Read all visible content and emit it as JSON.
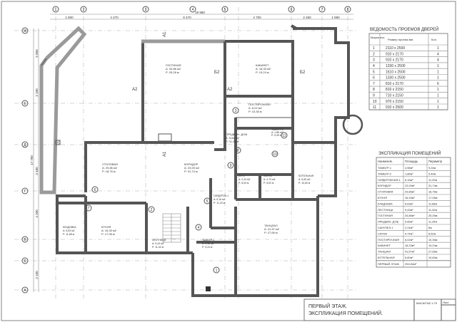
{
  "axes": {
    "top": [
      "1",
      "2",
      "3",
      "4",
      "5",
      "6",
      "7",
      "8"
    ],
    "left": [
      "Ж",
      "Е",
      "Д",
      "Г",
      "В",
      "Б",
      "А"
    ]
  },
  "dims_top": {
    "total": "19 980",
    "segments": [
      "1 800",
      "4 270",
      "6 470",
      "4 700",
      "2 250",
      "1 890"
    ]
  },
  "dims_left": {
    "total": "17 780",
    "segments": [
      "5 800",
      "2 100",
      "3 480",
      "4 200",
      "2 100"
    ]
  },
  "door_table": {
    "title": "ВЕДОМОСТЬ ПРОЕМОВ ДВЕРЕЙ",
    "headers": [
      "Марка поз.",
      "Размер проема мм",
      "Кол."
    ],
    "rows": [
      [
        "1",
        "2110 x 2500",
        "1"
      ],
      [
        "2",
        "910 x 2170",
        "4"
      ],
      [
        "3",
        "910 x 2170",
        "4"
      ],
      [
        "4",
        "1330 x 2500",
        "1"
      ],
      [
        "5",
        "1610 x 2500",
        "1"
      ],
      [
        "6",
        "1330 x 2500",
        "1"
      ],
      [
        "7",
        "810 x 2170",
        "6"
      ],
      [
        "8",
        "810 x 2150",
        "1"
      ],
      [
        "9",
        "710 x 2150",
        "1"
      ],
      [
        "10",
        "970 x 2150",
        "1"
      ],
      [
        "11",
        "910 x 2500",
        "1"
      ]
    ]
  },
  "rooms_table": {
    "title": "ЭКСПЛИКАЦИЯ ПОМЕЩЕНИЙ",
    "headers": [
      "Наименов.",
      "Площадь",
      "Периметр"
    ],
    "rows": [
      [
        "ТАМБУР-1",
        "4,98м²",
        "9,24м"
      ],
      [
        "ТАМБУР-2",
        "1,86м²",
        "5,49м"
      ],
      [
        "ГАРДЕРОБНАЯ-1",
        "6,16м²",
        "11,20м"
      ],
      [
        "КОРИДОР",
        "23,00м²",
        "31,74м"
      ],
      [
        "СТОЛОВАЯ",
        "29,86м²",
        "18,76м"
      ],
      [
        "КУХНЯ",
        "16,33м²",
        "17,06м"
      ],
      [
        "КЛАДОВКА",
        "5,63м²",
        "11,68м"
      ],
      [
        "ЛЕСТНИЦА",
        "9,43м²",
        "11,42м"
      ],
      [
        "ГОСТИНАЯ",
        "34,86м²",
        "25,26м"
      ],
      [
        "ПРЕДБАН. ДУШ",
        "5,66м²",
        "11,34м"
      ],
      [
        "САНУЗЕЛ-1",
        "2,24м²",
        "6м"
      ],
      [
        "САУНА",
        "4,74м²",
        "8,52м"
      ],
      [
        "ПОСТИРОЧНАЯ",
        "6,02м²",
        "10,36м"
      ],
      [
        "КАБИНЕТ",
        "18,33м²",
        "19,24м"
      ],
      [
        "ТАНЦЗАЛ",
        "41,57м²",
        "27,66м"
      ],
      [
        "КОТЕЛЬНАЯ",
        "6,60м²",
        "10,60м"
      ]
    ],
    "total_label": "ПЕРВЫЙ ЭТАЖ",
    "total_value": "254,54м²"
  },
  "rooms": [
    {
      "name": "ГОСТИНАЯ",
      "area": "А: 34,86 м2",
      "perim": "Р: 25,26 м"
    },
    {
      "name": "КАБИНЕТ",
      "area": "А: 18,33 м2",
      "perim": "Р: 19,24 м"
    },
    {
      "name": "ПОСТИРОЧНАЯ",
      "area": "А: 6,02 м2",
      "perim": "Р: 10,36 м"
    },
    {
      "name": "ПРЕДБАН. ДУШ",
      "area": "А: 5,66 м2",
      "perim": "Р: 11,34 м"
    },
    {
      "name": "ТАМБУР-2",
      "area": "А: 1,86 м2",
      "perim": "Р: 5,49 м"
    },
    {
      "name": "СТОЛОВАЯ",
      "area": "А: 29,86 м2",
      "perim": "Р: 18,76 м"
    },
    {
      "name": "КОРИДОР",
      "area": "А: 23,00 м2",
      "perim": "Р: 31,74 м"
    },
    {
      "name": "С/У-1",
      "area": "А: 2,24 м2",
      "perim": "Р: 6,00 м"
    },
    {
      "name": "САУНА",
      "area": "А: 4,74 м2",
      "perim": "Р: 8,52 м"
    },
    {
      "name": "КОТЕЛЬНАЯ",
      "area": "А: 6,60 м2",
      "perim": "Р: 10,60 м"
    },
    {
      "name": "ГАРДЕРОБ-1",
      "area": "А: 6,16 м2",
      "perim": "Р: 11,20 м"
    },
    {
      "name": "КЛАДОВКА",
      "area": "А: 5,63 м2",
      "perim": "Р: 11,68 м"
    },
    {
      "name": "КУХНЯ",
      "area": "А: 16,33 м2",
      "perim": "Р: 17,06 м"
    },
    {
      "name": "ЛЕСТНИЦА",
      "area": "А: 9,43 м2",
      "perim": "Р: 11,42 м"
    },
    {
      "name": "ТАМБУР-1",
      "area": "А: 4,98 м2",
      "perim": "Р: 9,24 м"
    },
    {
      "name": "ТАНЦЗАЛ",
      "area": "А: 41,57 м2",
      "perim": "Р: 27,66 м"
    }
  ],
  "door_marks": [
    "1",
    "2",
    "3",
    "4",
    "5",
    "6",
    "7",
    "8",
    "9",
    "10",
    "11"
  ],
  "section_marks": {
    "a1": "А1",
    "a2": "А2",
    "b2": "Б2"
  },
  "title_block": {
    "line1": "ПЕРВЫЙ ЭТАЖ.",
    "line2": "ЭКСПЛИКАЦИЯ ПОМЕЩЕНИЙ.",
    "scale": "МАСШТАБ 1:75",
    "sheet_label": "Лист"
  }
}
